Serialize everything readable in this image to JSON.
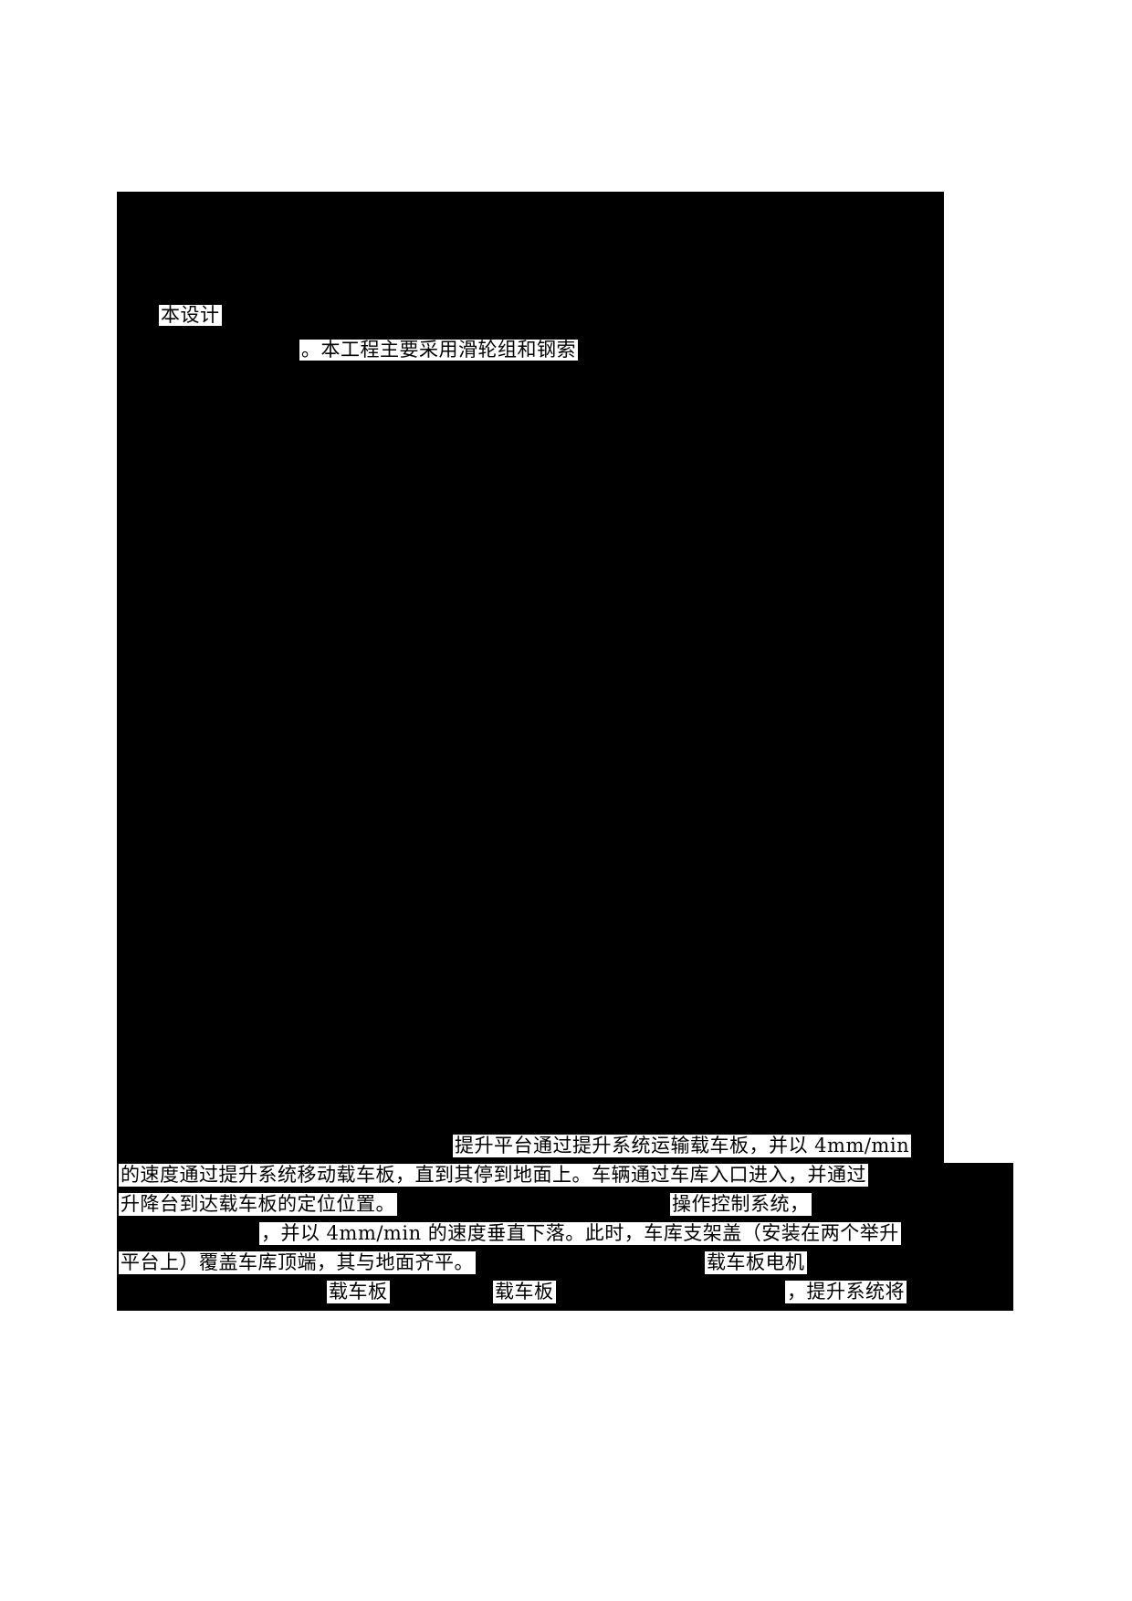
{
  "document": {
    "page_background": "#ffffff",
    "redaction_color": "#000000",
    "text_color": "#000000",
    "highlight_background": "#ffffff"
  },
  "upper_section": {
    "runs": [
      {
        "id": "design_intro",
        "text": "本设计"
      },
      {
        "id": "pulley_steel_rope",
        "text": "。本工程主要采用滑轮组和钢索"
      }
    ]
  },
  "lower_section": {
    "runs": [
      {
        "id": "lift_platform",
        "text": "提升平台通过提升系统运输载车板，并以 4mm/min"
      },
      {
        "id": "speed_move",
        "text": "的速度通过提升系统移动载车板，直到其停到地面上。车辆通过车库入口进入，并通过"
      },
      {
        "id": "entry",
        "text": "车辆通过车库入口进入，并通过"
      },
      {
        "id": "position",
        "text": "升降台到达载车板的定位位置。"
      },
      {
        "id": "control_system",
        "text": "操作控制系统，"
      },
      {
        "id": "descend",
        "text": "，并以 4mm/min 的速度垂直下落。此时，车库支架盖（安装在两个举升"
      },
      {
        "id": "cover_flush",
        "text": "平台上）覆盖车库顶端，其与地面齐平。"
      },
      {
        "id": "board_motor",
        "text": "载车板电机"
      },
      {
        "id": "board_1",
        "text": "载车板"
      },
      {
        "id": "board_2",
        "text": "载车板"
      },
      {
        "id": "hoist_will",
        "text": "，提升系统将"
      }
    ]
  }
}
